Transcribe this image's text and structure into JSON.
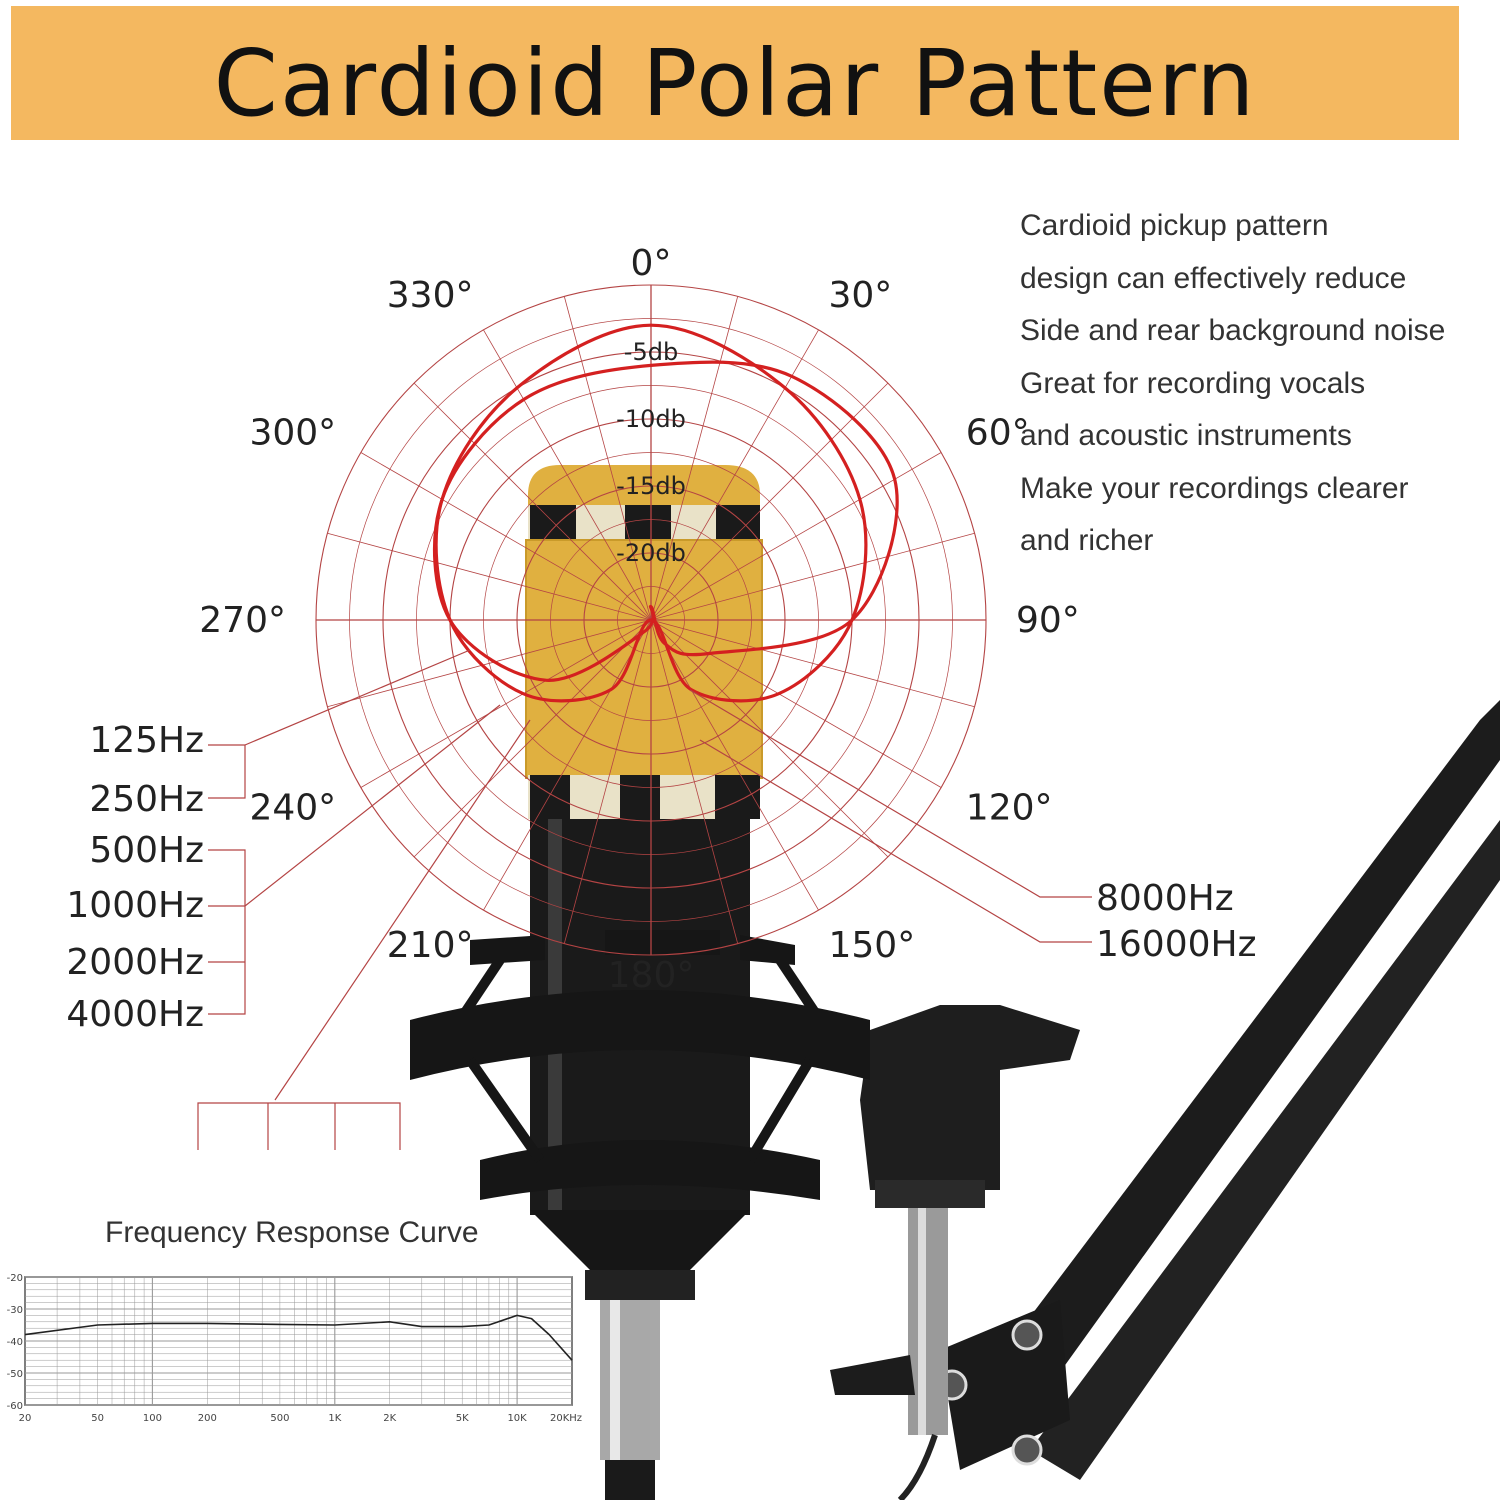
{
  "header": {
    "title": "Cardioid Polar Pattern"
  },
  "description": [
    "Cardioid pickup pattern",
    "design can effectively reduce",
    "Side and rear background noise",
    "Great for recording vocals",
    "and acoustic instruments",
    "Make your recordings clearer",
    "and richer"
  ],
  "colors": {
    "banner": "#f4b860",
    "pattern_line": "#d42020",
    "grid_line": "#b44444",
    "mic_body": "#1a1a1a",
    "mic_grille": "#e0b040"
  },
  "icons": [
    "microphone-illustration",
    "shock-mount-illustration",
    "boom-arm-illustration"
  ],
  "chart_data": [
    {
      "type": "polar",
      "angle_labels": [
        {
          "angle": 0,
          "label": "0°"
        },
        {
          "angle": 30,
          "label": "30°"
        },
        {
          "angle": 60,
          "label": "60°"
        },
        {
          "angle": 90,
          "label": "90°"
        },
        {
          "angle": 120,
          "label": "120°"
        },
        {
          "angle": 150,
          "label": "150°"
        },
        {
          "angle": 180,
          "label": "180°"
        },
        {
          "angle": 210,
          "label": "210°"
        },
        {
          "angle": 240,
          "label": "240°"
        },
        {
          "angle": 270,
          "label": "270°"
        },
        {
          "angle": 300,
          "label": "300°"
        },
        {
          "angle": 330,
          "label": "330°"
        }
      ],
      "ring_labels": [
        {
          "db": -5,
          "label": "-5db"
        },
        {
          "db": -10,
          "label": "-10db"
        },
        {
          "db": -15,
          "label": "-15db"
        },
        {
          "db": -20,
          "label": "-20db"
        }
      ],
      "legend_left": [
        "125Hz",
        "250Hz",
        "500Hz",
        "1000Hz",
        "2000Hz",
        "4000Hz"
      ],
      "legend_right": [
        "8000Hz",
        "16000Hz"
      ],
      "series": [
        {
          "name": "125Hz",
          "angles": [
            0,
            30,
            60,
            90,
            120,
            150,
            180,
            210,
            240,
            270,
            300,
            330
          ],
          "db": [
            -3,
            -5,
            -7,
            -10,
            -14,
            -19,
            -25,
            -19,
            -14,
            -10,
            -7,
            -5
          ]
        },
        {
          "name": "8000Hz",
          "angles": [
            0,
            30,
            60,
            90,
            120,
            150,
            180,
            210,
            240,
            270,
            300,
            330
          ],
          "db": [
            -6,
            -4,
            -4,
            -10,
            -20,
            -23,
            -26,
            -24,
            -16,
            -10,
            -7,
            -6
          ]
        }
      ]
    },
    {
      "type": "line",
      "title": "Frequency Response Curve",
      "x_ticks": [
        "20",
        "50",
        "100",
        "200",
        "500",
        "1K",
        "2K",
        "5K",
        "10K",
        "20KHz"
      ],
      "y_ticks": [
        "-20",
        "-30",
        "-40",
        "-50",
        "-60"
      ],
      "ylim": [
        -60,
        -20
      ],
      "x": [
        20,
        50,
        100,
        200,
        500,
        1000,
        2000,
        3000,
        5000,
        7000,
        10000,
        12000,
        15000,
        20000
      ],
      "y": [
        -38,
        -35,
        -34.5,
        -34.5,
        -34.8,
        -35,
        -34,
        -35.5,
        -35.5,
        -35,
        -32,
        -33,
        -38,
        -46
      ]
    }
  ]
}
